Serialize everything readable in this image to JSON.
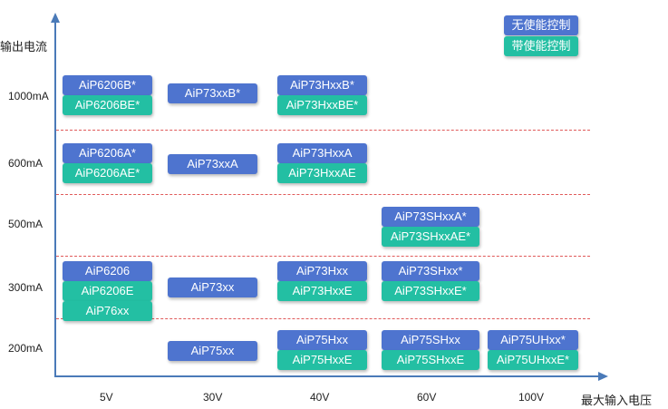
{
  "colors": {
    "without_enable": "#4e74cf",
    "with_enable": "#23bfa3",
    "axis": "#4a7ab8",
    "divider": "#e05a5a"
  },
  "legend": {
    "without_enable": "无使能控制",
    "with_enable": "带使能控制"
  },
  "axes": {
    "y_title": "输出电流",
    "x_title": "最大输入电压",
    "y_levels": [
      "1000mA",
      "600mA",
      "500mA",
      "300mA",
      "200mA"
    ],
    "x_levels": [
      "5V",
      "30V",
      "40V",
      "60V",
      "100V"
    ]
  },
  "parts": [
    {
      "label": "AiP6206B*",
      "kind": "without_enable",
      "voltage": "5V",
      "current": "1000mA",
      "slot": 0
    },
    {
      "label": "AiP6206BE*",
      "kind": "with_enable",
      "voltage": "5V",
      "current": "1000mA",
      "slot": 1
    },
    {
      "label": "AiP73xxB*",
      "kind": "without_enable",
      "voltage": "30V",
      "current": "1000mA",
      "slot": 0
    },
    {
      "label": "AiP73HxxB*",
      "kind": "without_enable",
      "voltage": "40V",
      "current": "1000mA",
      "slot": 0
    },
    {
      "label": "AiP73HxxBE*",
      "kind": "with_enable",
      "voltage": "40V",
      "current": "1000mA",
      "slot": 1
    },
    {
      "label": "AiP6206A*",
      "kind": "without_enable",
      "voltage": "5V",
      "current": "600mA",
      "slot": 0
    },
    {
      "label": "AiP6206AE*",
      "kind": "with_enable",
      "voltage": "5V",
      "current": "600mA",
      "slot": 1
    },
    {
      "label": "AiP73xxA",
      "kind": "without_enable",
      "voltage": "30V",
      "current": "600mA",
      "slot": 0
    },
    {
      "label": "AiP73HxxA",
      "kind": "without_enable",
      "voltage": "40V",
      "current": "600mA",
      "slot": 0
    },
    {
      "label": "AiP73HxxAE",
      "kind": "with_enable",
      "voltage": "40V",
      "current": "600mA",
      "slot": 1
    },
    {
      "label": "AiP73SHxxA*",
      "kind": "without_enable",
      "voltage": "60V",
      "current": "500mA",
      "slot": 0
    },
    {
      "label": "AiP73SHxxAE*",
      "kind": "with_enable",
      "voltage": "60V",
      "current": "500mA",
      "slot": 1
    },
    {
      "label": "AiP6206",
      "kind": "without_enable",
      "voltage": "5V",
      "current": "300mA",
      "slot": 0
    },
    {
      "label": "AiP6206E",
      "kind": "with_enable",
      "voltage": "5V",
      "current": "300mA",
      "slot": 1
    },
    {
      "label": "AiP76xx",
      "kind": "with_enable",
      "voltage": "5V",
      "current": "300mA",
      "slot": 2
    },
    {
      "label": "AiP73xx",
      "kind": "without_enable",
      "voltage": "30V",
      "current": "300mA",
      "slot": 0
    },
    {
      "label": "AiP73Hxx",
      "kind": "without_enable",
      "voltage": "40V",
      "current": "300mA",
      "slot": 0
    },
    {
      "label": "AiP73HxxE",
      "kind": "with_enable",
      "voltage": "40V",
      "current": "300mA",
      "slot": 1
    },
    {
      "label": "AiP73SHxx*",
      "kind": "without_enable",
      "voltage": "60V",
      "current": "300mA",
      "slot": 0
    },
    {
      "label": "AiP73SHxxE*",
      "kind": "with_enable",
      "voltage": "60V",
      "current": "300mA",
      "slot": 1
    },
    {
      "label": "AiP75xx",
      "kind": "without_enable",
      "voltage": "30V",
      "current": "200mA",
      "slot": 0
    },
    {
      "label": "AiP75Hxx",
      "kind": "without_enable",
      "voltage": "40V",
      "current": "200mA",
      "slot": 0
    },
    {
      "label": "AiP75HxxE",
      "kind": "with_enable",
      "voltage": "40V",
      "current": "200mA",
      "slot": 1
    },
    {
      "label": "AiP75SHxx",
      "kind": "without_enable",
      "voltage": "60V",
      "current": "200mA",
      "slot": 0
    },
    {
      "label": "AiP75SHxxE",
      "kind": "with_enable",
      "voltage": "60V",
      "current": "200mA",
      "slot": 1
    },
    {
      "label": "AiP75UHxx*",
      "kind": "without_enable",
      "voltage": "100V",
      "current": "200mA",
      "slot": 0
    },
    {
      "label": "AiP75UHxxE*",
      "kind": "with_enable",
      "voltage": "100V",
      "current": "200mA",
      "slot": 1
    }
  ]
}
